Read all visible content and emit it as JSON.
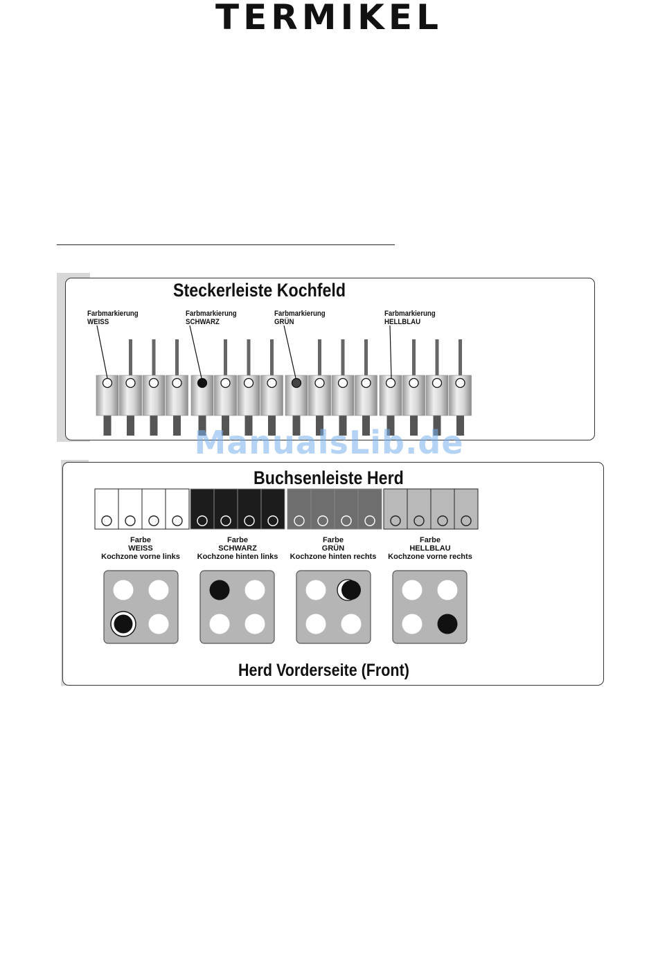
{
  "brand": "TERMIKEL",
  "watermark": "ManualsLib.de",
  "plug_strip": {
    "title": "Steckerleiste Kochfeld",
    "labels": [
      {
        "line1": "Farbmarkierung",
        "line2": "WEISS"
      },
      {
        "line1": "Farbmarkierung",
        "line2": "SCHWARZ"
      },
      {
        "line1": "Farbmarkierung",
        "line2": "GRÜN"
      },
      {
        "line1": "Farbmarkierung",
        "line2": "HELLBLAU"
      }
    ],
    "marker_fills": [
      "#ffffff",
      "#111111",
      "#444444",
      "#ffffff"
    ]
  },
  "socket_strip": {
    "title": "Buchsenleiste Herd",
    "groups": [
      {
        "farbe": "Farbe",
        "color_name": "WEISS",
        "zone": "Kochzone vorne links",
        "fill": "#ffffff"
      },
      {
        "farbe": "Farbe",
        "color_name": "SCHWARZ",
        "zone": "Kochzone hinten links",
        "fill": "#1c1c1c"
      },
      {
        "farbe": "Farbe",
        "color_name": "GRÜN",
        "zone": "Kochzone hinten rechts",
        "fill": "#6e6e6e"
      },
      {
        "farbe": "Farbe",
        "color_name": "HELLBLAU",
        "zone": "Kochzone vorne rechts",
        "fill": "#b9b9b9"
      }
    ],
    "front_label": "Herd Vorderseite (Front)"
  }
}
